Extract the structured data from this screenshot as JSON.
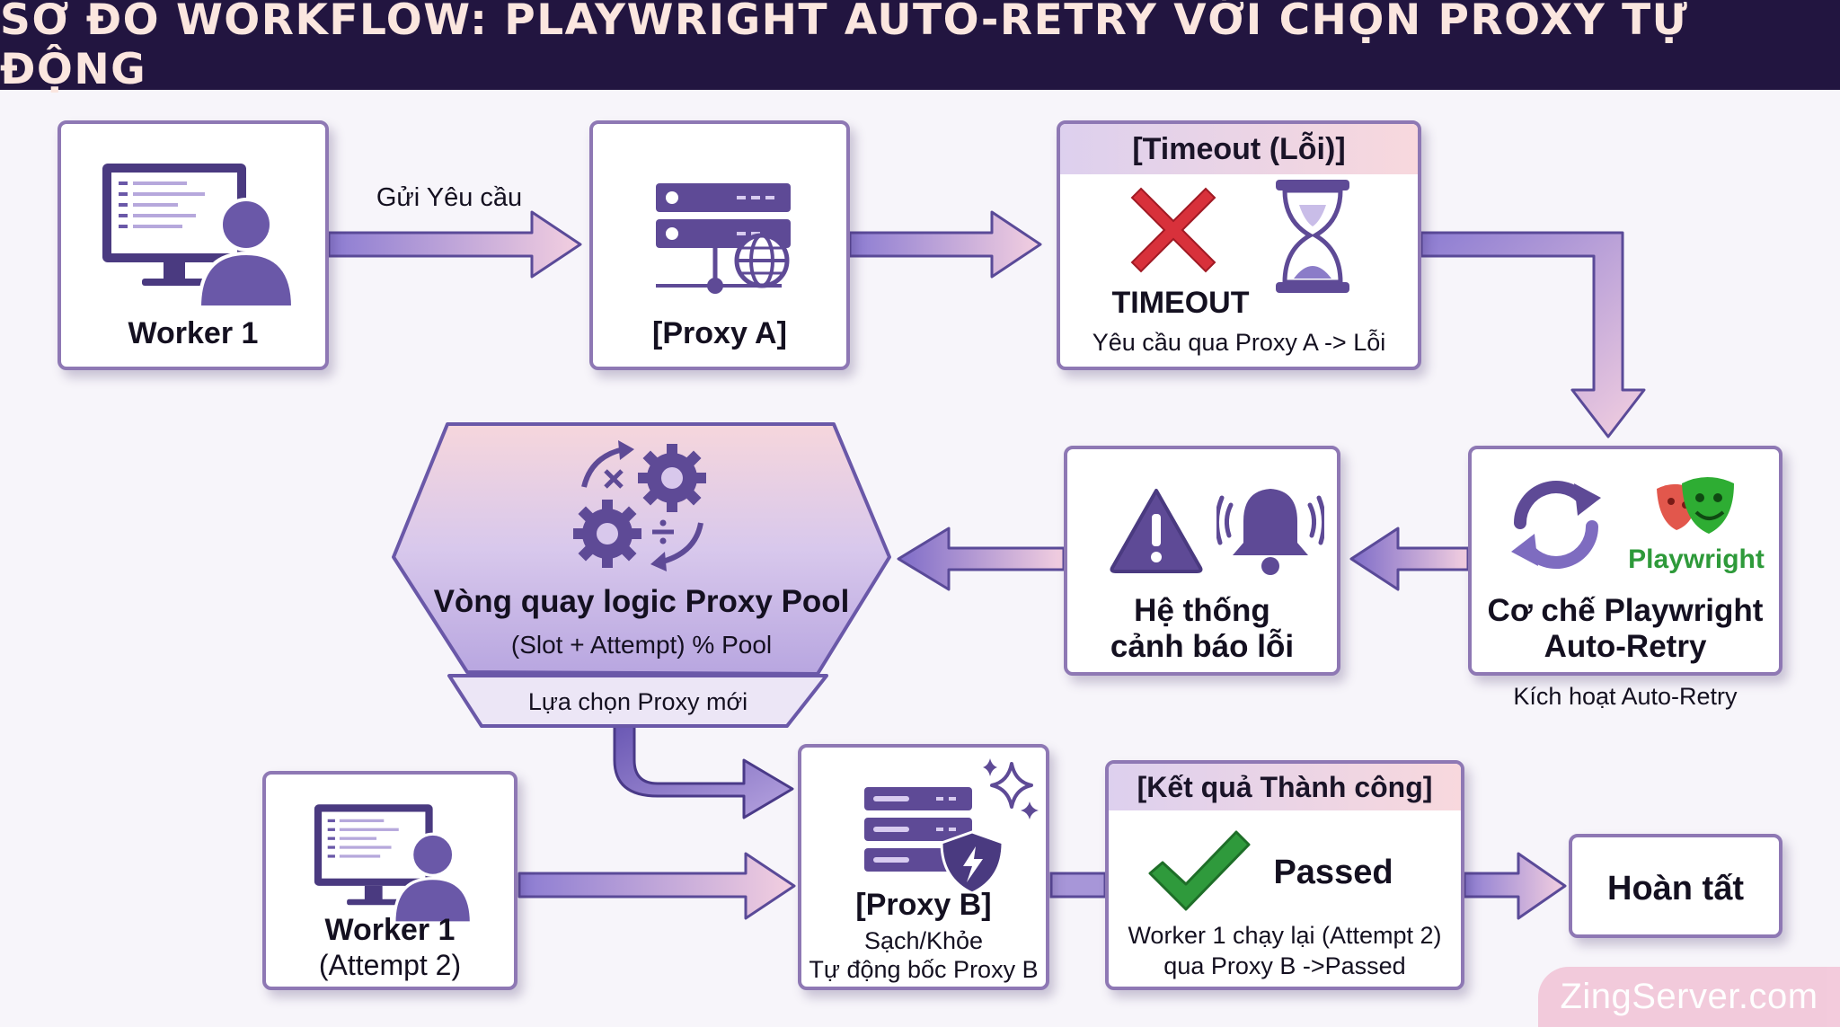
{
  "title": "SƠ ĐỒ WORKFLOW: PLAYWRIGHT AUTO-RETRY VỚI CHỌN PROXY TỰ ĐỘNG",
  "nodes": {
    "worker1": {
      "label": "Worker 1"
    },
    "proxy_a": {
      "label": "[Proxy A]"
    },
    "timeout": {
      "header": "[Timeout (Lỗi)]",
      "label": "TIMEOUT",
      "caption": "Yêu cầu qua Proxy A -> Lỗi"
    },
    "autoretry": {
      "brand": "Playwright",
      "label_line1": "Cơ chế Playwright",
      "label_line2": "Auto-Retry",
      "caption": "Kích hoạt Auto-Retry"
    },
    "alert": {
      "label_line1": "Hệ thống",
      "label_line2": "cảnh báo lỗi"
    },
    "pool": {
      "title": "Vòng quay logic Proxy Pool",
      "formula": "(Slot + Attempt) % Pool",
      "footer": "Lựa chọn Proxy mới"
    },
    "worker1_attempt2": {
      "label_line1": "Worker 1",
      "label_line2": "(Attempt 2)"
    },
    "proxy_b": {
      "label": "[Proxy B]",
      "sub1": "Sạch/Khỏe",
      "sub2": "Tự động bốc Proxy B"
    },
    "success": {
      "header": "[Kết quả Thành công]",
      "label": "Passed",
      "caption1": "Worker 1 chạy lại (Attempt 2)",
      "caption2": "qua Proxy B ->Passed"
    },
    "done": {
      "label": "Hoàn tất"
    }
  },
  "edges": {
    "send_request": "Gửi Yêu cầu"
  },
  "watermark": "ZingServer.com",
  "colors": {
    "title_bg": "#221540",
    "title_text": "#fbe6df",
    "border": "#8e78b4",
    "icon_purple": "#5e4a96",
    "arrow_start": "#8c7cd2",
    "arrow_end": "#f3cfe0",
    "error_red": "#d8313b",
    "success_green": "#2f9a3c",
    "brand_green": "#2e9a3a",
    "watermark_bg": "#f2c6d8"
  },
  "icons": [
    "computer-user-icon",
    "server-globe-icon",
    "x-mark-icon",
    "hourglass-icon",
    "refresh-icon",
    "playwright-logo",
    "warning-icon",
    "bell-icon",
    "gears-math-icon",
    "server-shield-icon",
    "sparkles-icon",
    "checkmark-icon"
  ]
}
